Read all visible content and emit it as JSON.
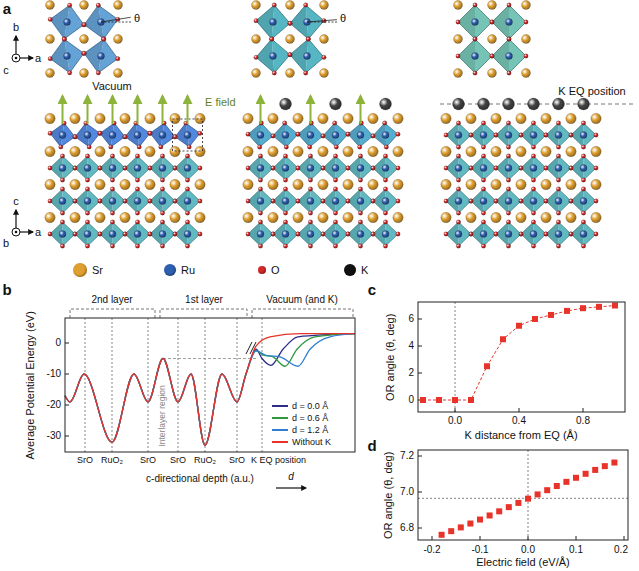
{
  "diagram": {
    "labels": [
      "a",
      "b",
      "a",
      "c",
      "θ",
      "θ",
      "Vacuum",
      "E field",
      "K EQ position",
      "c",
      "b",
      "a",
      "b",
      "2nd layer",
      "1st layer",
      "Vacuum (and K)",
      "Average Potential Energy (eV)",
      "0",
      "-10",
      "-20",
      "-30",
      "Interlayer region",
      "SrO",
      "RuO₂",
      "SrO",
      "SrO",
      "RuO₂",
      "SrO",
      "K EQ position",
      "c-directional depth (a.u.)",
      "d",
      "c",
      "OR angle (θ, deg)",
      "0",
      "2",
      "4",
      "6",
      "0.0",
      "0.4",
      "0.8",
      "K distance from EQ (Å)",
      "d",
      "OR angle (θ, deg)",
      "6.8",
      "7.0",
      "7.2",
      "-0.2",
      "-0.1",
      "0.0",
      "0.1",
      "0.2",
      "Electric field (eV/Å)"
    ],
    "legend": [
      {
        "text": "Sr",
        "color": "#e0a030"
      },
      {
        "text": "Ru",
        "color": "#2f5fb0"
      },
      {
        "text": "O",
        "color": "#d42a2a"
      },
      {
        "text": "K",
        "color": "#111111"
      },
      {
        "text": "d = 0.0 Å"
      },
      {
        "text": "d = 0.6 Å"
      },
      {
        "text": "d = 1.2 Å"
      },
      {
        "text": "Without K"
      }
    ]
  }
}
